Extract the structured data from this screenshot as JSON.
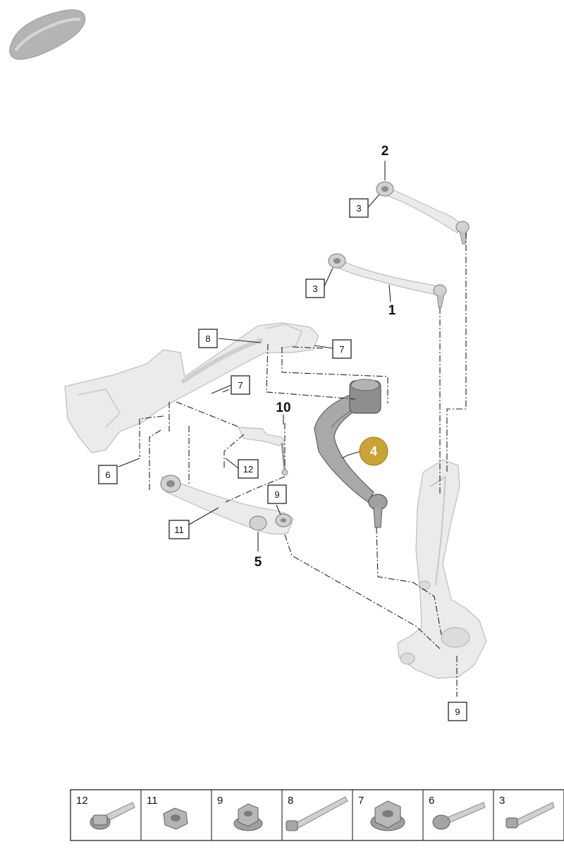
{
  "parts": {
    "part_1": "1",
    "part_2": "2",
    "part_3_upper": "3",
    "part_3_lower": "3",
    "part_4": "4",
    "part_5": "5",
    "part_6": "6",
    "part_7_top": "7",
    "part_7_mid": "7",
    "part_8": "8",
    "part_9_upper": "9",
    "part_9_lower": "9",
    "part_10": "10",
    "part_11": "11",
    "part_12": "12"
  },
  "legend": [
    "12",
    "11",
    "9",
    "8",
    "7",
    "6",
    "3"
  ],
  "colors": {
    "highlight": "#c9a335",
    "part_fill": "#ebebeb",
    "part_dark": "#a9a9a9"
  }
}
